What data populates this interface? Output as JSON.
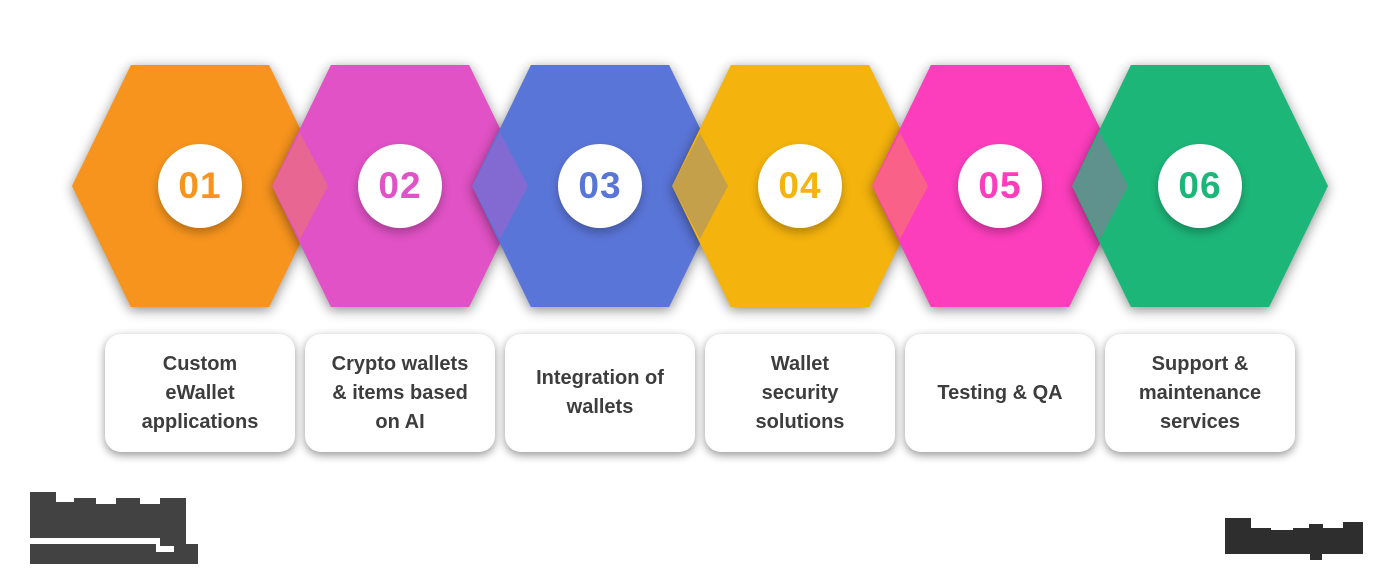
{
  "steps": [
    {
      "number": "01",
      "label": "Custom eWallet applications",
      "color": "#F7941E"
    },
    {
      "number": "02",
      "label": "Crypto wallets & items based on AI",
      "color": "#E052C5"
    },
    {
      "number": "03",
      "label": "Integration of wallets",
      "color": "#5A75D8"
    },
    {
      "number": "04",
      "label": "Wallet security solutions",
      "color": "#F4B30D"
    },
    {
      "number": "05",
      "label": "Testing & QA",
      "color": "#FC3EBD"
    },
    {
      "number": "06",
      "label": "Support & maintenance services",
      "color": "#1DB679"
    }
  ],
  "label_text_color": "#3D3D3D",
  "background_color": "#FFFFFF"
}
